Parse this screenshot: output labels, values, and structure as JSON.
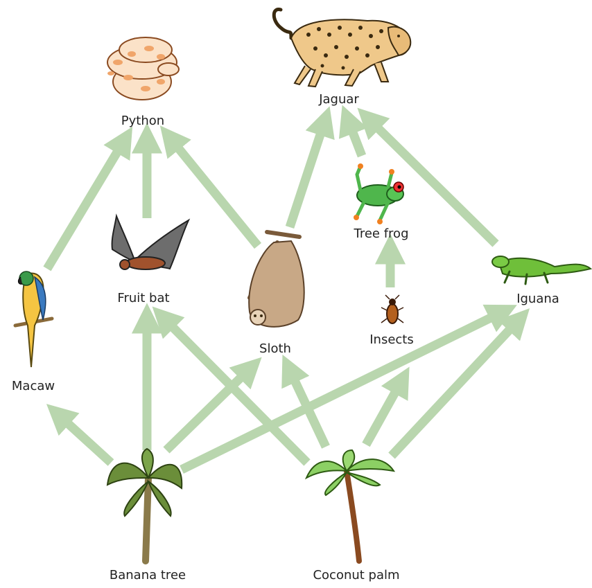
{
  "colors": {
    "arrow": "#b9d6ae",
    "background": "#ffffff",
    "label": "#222222"
  },
  "organisms": {
    "python": "Python",
    "jaguar": "Jaguar",
    "tree_frog": "Tree frog",
    "fruit_bat": "Fruit bat",
    "iguana": "Iguana",
    "sloth": "Sloth",
    "insects": "Insects",
    "macaw": "Macaw",
    "banana_tree": "Banana tree",
    "coconut_palm": "Coconut palm"
  },
  "feeding_links": [
    {
      "from": "banana_tree",
      "to": "macaw"
    },
    {
      "from": "banana_tree",
      "to": "fruit_bat"
    },
    {
      "from": "banana_tree",
      "to": "sloth"
    },
    {
      "from": "banana_tree",
      "to": "iguana"
    },
    {
      "from": "coconut_palm",
      "to": "fruit_bat"
    },
    {
      "from": "coconut_palm",
      "to": "sloth"
    },
    {
      "from": "coconut_palm",
      "to": "insects"
    },
    {
      "from": "coconut_palm",
      "to": "iguana"
    },
    {
      "from": "insects",
      "to": "tree_frog"
    },
    {
      "from": "macaw",
      "to": "python"
    },
    {
      "from": "fruit_bat",
      "to": "python"
    },
    {
      "from": "sloth",
      "to": "python"
    },
    {
      "from": "sloth",
      "to": "jaguar"
    },
    {
      "from": "tree_frog",
      "to": "jaguar"
    },
    {
      "from": "iguana",
      "to": "jaguar"
    }
  ]
}
